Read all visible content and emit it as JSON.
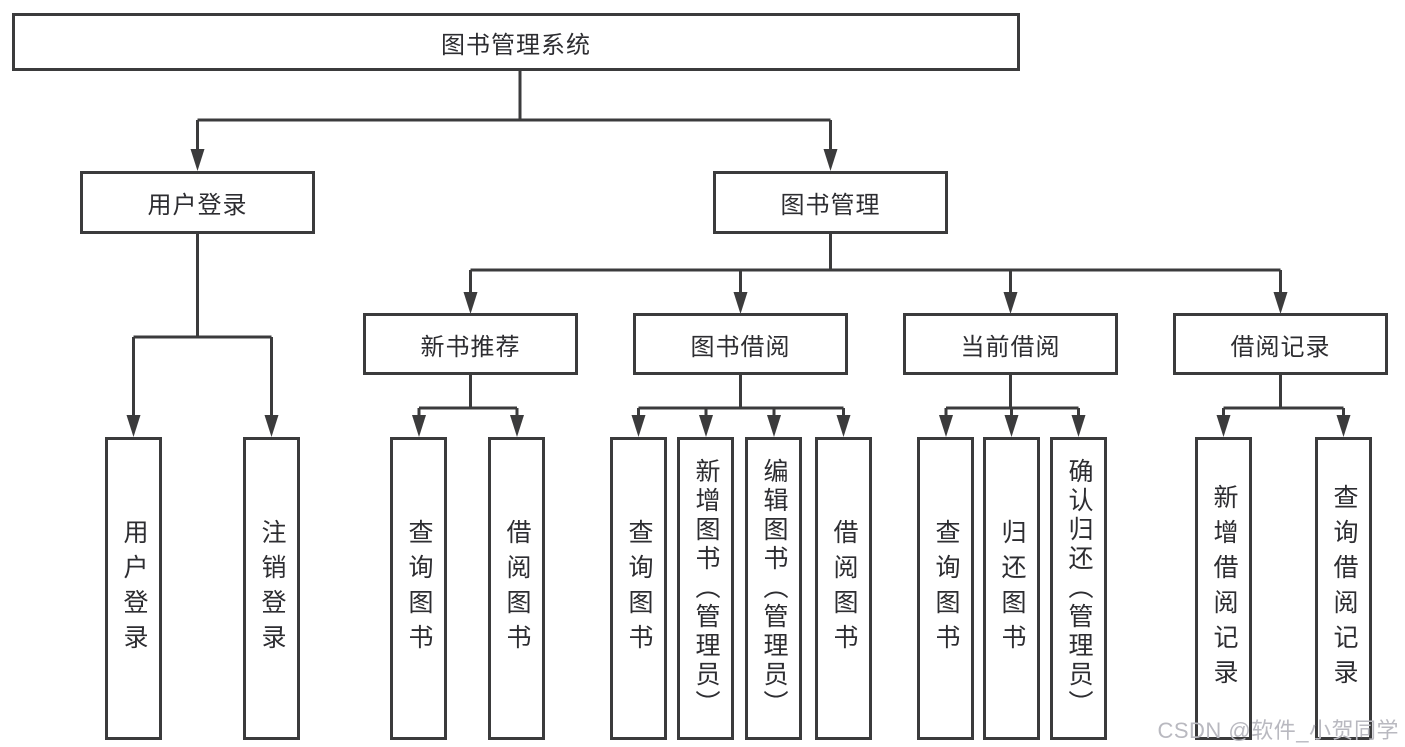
{
  "tree": {
    "root": {
      "label": "图书管理系统"
    },
    "branches": [
      {
        "label": "用户登录",
        "leaves": [
          {
            "label": "用户登录"
          },
          {
            "label": "注销登录"
          }
        ]
      },
      {
        "label": "图书管理",
        "groups": [
          {
            "label": "新书推荐",
            "leaves": [
              {
                "label": "查询图书"
              },
              {
                "label": "借阅图书"
              }
            ]
          },
          {
            "label": "图书借阅",
            "leaves": [
              {
                "label": "查询图书"
              },
              {
                "label": "新增图书（管理员）"
              },
              {
                "label": "编辑图书（管理员）"
              },
              {
                "label": "借阅图书"
              }
            ]
          },
          {
            "label": "当前借阅",
            "leaves": [
              {
                "label": "查询图书"
              },
              {
                "label": "归还图书"
              },
              {
                "label": "确认归还（管理员）"
              }
            ]
          },
          {
            "label": "借阅记录",
            "leaves": [
              {
                "label": "新增借阅记录"
              },
              {
                "label": "查询借阅记录"
              }
            ]
          }
        ]
      }
    ]
  },
  "watermark": {
    "text": "CSDN @软件_小贺同学"
  },
  "colors": {
    "line": "#3b3b3c",
    "box_border": "#3b3b3c",
    "box_fill": "#ffffff",
    "text": "#2d2d31",
    "watermark": "#b9b9c0",
    "background": "#ffffff"
  }
}
